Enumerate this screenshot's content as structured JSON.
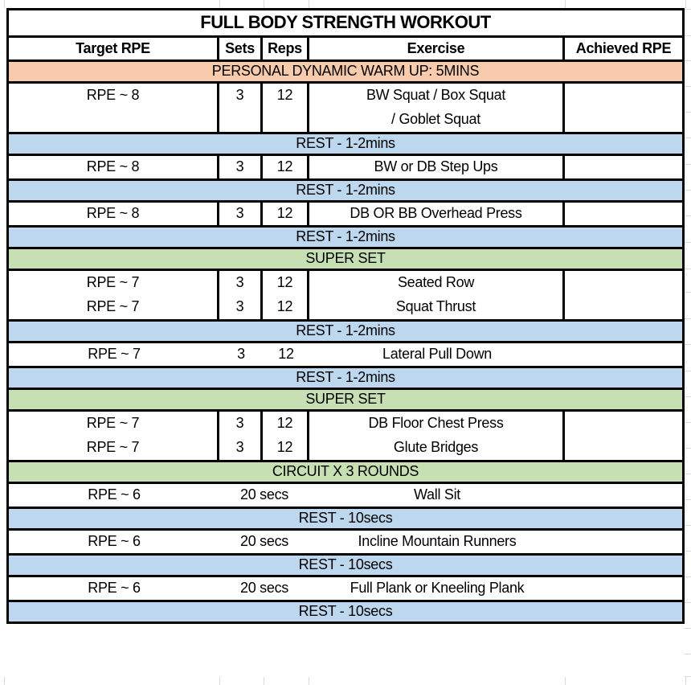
{
  "table": {
    "title": "FULL BODY STRENGTH WORKOUT"
  },
  "header": {
    "target_rpe": "Target RPE",
    "sets": "Sets",
    "reps": "Reps",
    "exercise": "Exercise",
    "achieved_rpe": "Achieved RPE"
  },
  "banners": {
    "warmup": "PERSONAL DYNAMIC WARM UP: 5MINS",
    "rest_1_2": "REST - 1-2mins",
    "rest_10": "REST - 10secs",
    "super_set": "SUPER SET",
    "circuit": "CIRCUIT X 3 ROUNDS"
  },
  "rows": {
    "squat": {
      "rpe": "RPE ~ 8",
      "sets": "3",
      "reps": "12",
      "exercise_line1": "BW Squat / Box Squat",
      "exercise_line2": "/ Goblet Squat"
    },
    "step_ups": {
      "rpe": "RPE ~ 8",
      "sets": "3",
      "reps": "12",
      "exercise": "BW or DB Step Ups"
    },
    "overhead_press": {
      "rpe": "RPE ~ 8",
      "sets": "3",
      "reps": "12",
      "exercise": "DB OR BB Overhead Press"
    },
    "seated_row": {
      "rpe": "RPE ~ 7",
      "sets": "3",
      "reps": "12",
      "exercise": "Seated Row"
    },
    "squat_thrust": {
      "rpe": "RPE ~ 7",
      "sets": "3",
      "reps": "12",
      "exercise": "Squat Thrust"
    },
    "lateral_pull_down": {
      "rpe": "RPE ~ 7",
      "sets": "3",
      "reps": "12",
      "exercise": "Lateral Pull Down"
    },
    "floor_chest_press": {
      "rpe": "RPE ~ 7",
      "sets": "3",
      "reps": "12",
      "exercise": "DB Floor Chest Press"
    },
    "glute_bridges": {
      "rpe": "RPE ~ 7",
      "sets": "3",
      "reps": "12",
      "exercise": "Glute Bridges"
    },
    "wall_sit": {
      "rpe": "RPE ~ 6",
      "duration": "20 secs",
      "exercise": "Wall Sit"
    },
    "incline_mountain_runners": {
      "rpe": "RPE ~ 6",
      "duration": "20 secs",
      "exercise": "Incline Mountain Runners"
    },
    "plank": {
      "rpe": "RPE ~ 6",
      "duration": "20 secs",
      "exercise": "Full Plank or Kneeling Plank"
    }
  },
  "colors": {
    "warmup_banner": "#F8CBAD",
    "rest_banner": "#BDD7EE",
    "superset_banner": "#C6E0B4",
    "border": "#000000",
    "gridline": "#D9D9D9"
  }
}
